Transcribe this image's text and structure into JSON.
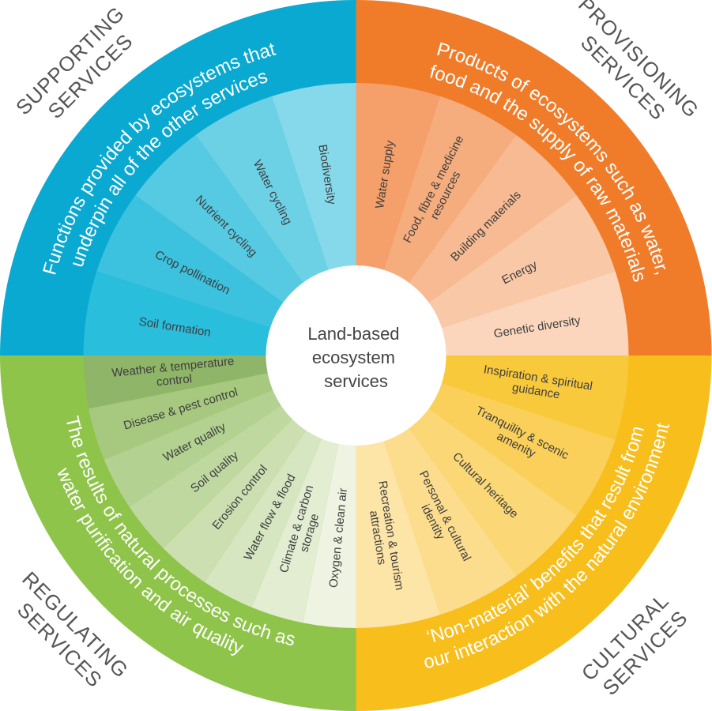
{
  "center": {
    "lines": [
      "Land-based",
      "ecosystem",
      "services"
    ]
  },
  "quadrants": [
    {
      "id": "supporting",
      "corner_label": [
        "SUPPORTING",
        "SERVICES"
      ],
      "description": [
        "Functions provided by ecosystems that",
        "underpin all of the other services"
      ],
      "color": "#0AA9D1",
      "segment_colors": [
        "#29BEDC",
        "#3CC2DE",
        "#56CAE2",
        "#6DD1E6",
        "#86D9EA",
        "#9FE0EE"
      ],
      "items": [
        [
          "Soil formation"
        ],
        [
          "Crop pollination"
        ],
        [
          "Nutrient cycling"
        ],
        [
          "Water cycling"
        ],
        [
          "Biodiversity"
        ]
      ]
    },
    {
      "id": "provisioning",
      "corner_label": [
        "PROVISIONING",
        "SERVICES"
      ],
      "description": [
        "Products of ecosystems such as water,",
        "food and the supply of raw materials"
      ],
      "color": "#F07C2A",
      "segment_colors": [
        "#F5A06A",
        "#F6AD7E",
        "#F8BA92",
        "#F9C8A7",
        "#FBD6BD"
      ],
      "items": [
        [
          "Water supply"
        ],
        [
          "Food, fibre & medicine",
          "resources"
        ],
        [
          "Building materials"
        ],
        [
          "Energy"
        ],
        [
          "Genetic diversity"
        ]
      ]
    },
    {
      "id": "cultural",
      "corner_label": [
        "CULTURAL",
        "SERVICES"
      ],
      "description": [
        "‘Non-material’ benefits that result from",
        "our interaction with the natural environment"
      ],
      "color": "#F7BE1C",
      "segment_colors": [
        "#F9C93C",
        "#FAD05A",
        "#FBD775",
        "#FCDD8E",
        "#FDE4A7"
      ],
      "items": [
        [
          "Inspiration & spiritual",
          "guidance"
        ],
        [
          "Tranquility & scenic",
          "amenity"
        ],
        [
          "Cultural heritage"
        ],
        [
          "Personal & cultural",
          "identity"
        ],
        [
          "Recreation & tourism",
          "attractions"
        ]
      ]
    },
    {
      "id": "regulating",
      "corner_label": [
        "REGULATING",
        "SERVICES"
      ],
      "description": [
        "The results of natural processes such as",
        "water purification and air quality"
      ],
      "color": "#8EC449",
      "segment_colors": [
        "#EEF3E2",
        "#E2EDD2",
        "#D6E6C1",
        "#CBDFB1",
        "#BFD8A0",
        "#B3D190",
        "#A7C97F",
        "#8FB568"
      ],
      "items": [
        [
          "Oxygen & clean air"
        ],
        [
          "Climate & carbon",
          "storage"
        ],
        [
          "Water flow & flood"
        ],
        [
          "Erosion control"
        ],
        [
          "Soil quality"
        ],
        [
          "Water quality"
        ],
        [
          "Disease & pest control"
        ],
        [
          "Weather & temperature",
          "control"
        ]
      ]
    }
  ]
}
